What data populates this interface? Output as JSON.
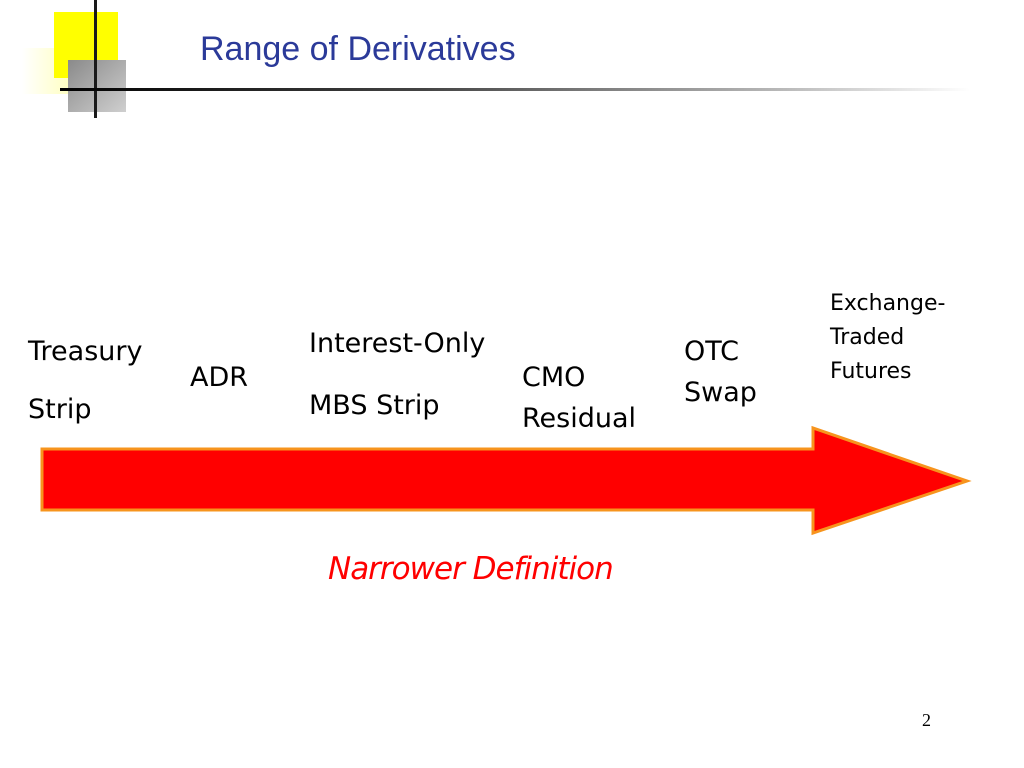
{
  "slide": {
    "title": "Range of Derivatives",
    "page_number": "2"
  },
  "items": [
    {
      "line1": "Treasury",
      "line2": "Strip"
    },
    {
      "line1": "ADR"
    },
    {
      "line1": "Interest-Only",
      "line2": "MBS Strip"
    },
    {
      "line1": "CMO",
      "line2": "Residual"
    },
    {
      "line1": "OTC",
      "line2": "Swap"
    },
    {
      "line1": "Exchange-",
      "line2": "Traded",
      "line3": "Futures"
    }
  ],
  "arrow": {
    "caption": "Narrower Definition",
    "fill_color": "#ff0000",
    "border_color": "#f7941d",
    "direction": "right"
  }
}
